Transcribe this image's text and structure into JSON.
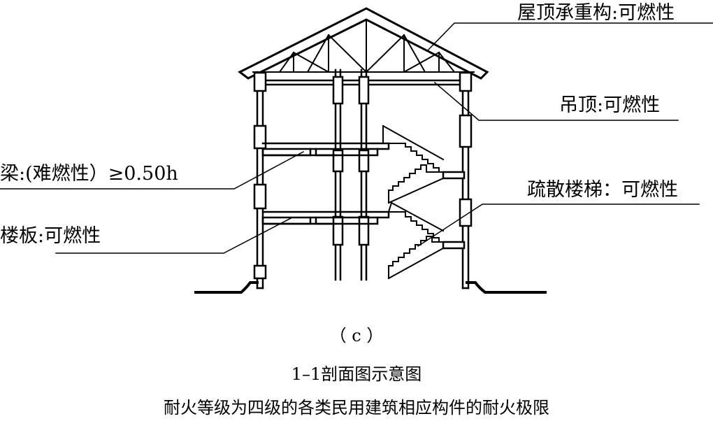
{
  "labels": {
    "roof": "屋顶承重构:可燃性",
    "ceiling": "吊顶:可燃性",
    "beam": "梁:(难燃性）≥0.50h",
    "stair": "疏散楼梯：可燃性",
    "floor": "楼板:可燃性"
  },
  "captions": {
    "figure_tag": "（ c ）",
    "section_title": "1–1剖面图示意图",
    "description": "耐火等级为四级的各类民用建筑相应构件的耐火极限"
  }
}
